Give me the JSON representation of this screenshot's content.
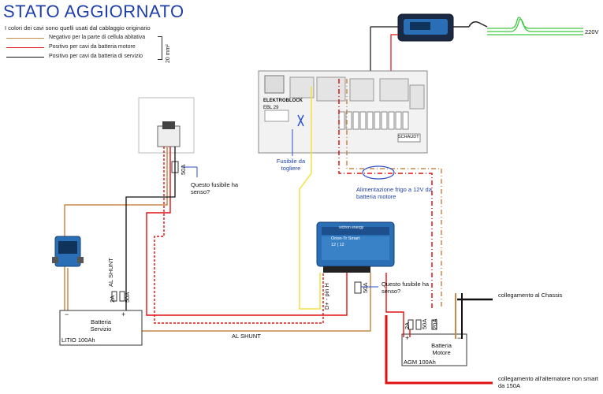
{
  "header": {
    "title": "STATO AGGIORNATO",
    "subtitle": "I colori dei cavi sono quelli usati dal cablaggio originario"
  },
  "legend": {
    "items": [
      {
        "text": "Negativo per la parte di cellula abitativa",
        "color": "#c8894a"
      },
      {
        "text": "Positivo per cavi da batteria motore",
        "color": "#e01010"
      },
      {
        "text": "Positivo per cavi da batteria di servizio",
        "color": "#111111"
      }
    ],
    "cable_section": "20 mm²"
  },
  "mains": {
    "label": "220V"
  },
  "ebl": {
    "name": "ELEKTROBLOCK",
    "model": "EBL 29",
    "brand": "SCHAUDT",
    "fuse_note": "Fusibile da togliere"
  },
  "fridge_note": "Alimentazione frigo a 12V da batteria motore",
  "left_fuse": {
    "rating": "50A",
    "question": "Questo fusibile ha senso?"
  },
  "dcdc": {
    "brand": "victron energy",
    "product": "Orion-Tr Smart",
    "spec": "12 | 12",
    "pin_label": "D+ - pin H",
    "fuse_rating": "50A",
    "fuse_question": "Questo fusibile ha senso?"
  },
  "shunt": {
    "label_vertical": "AL SHUNT",
    "label_bottom": "AL SHUNT"
  },
  "service_battery": {
    "label": "Batteria Servizio",
    "type": "LITIO 100Ah",
    "minus": "−",
    "plus": "+",
    "fuse_small": "2A",
    "fuse_large": "50A"
  },
  "motor_battery": {
    "label": "Batteria Motore",
    "type": "AGM 100Ah",
    "minus": "−",
    "plus": "+",
    "fuse_a": "2A",
    "fuse_b": "50A",
    "fuse_c": "20A"
  },
  "connections": {
    "chassis": "collegamento al Chassis",
    "alternator": "collegamento all'alternatore non smart da 150A"
  },
  "colors": {
    "title": "#1f3fa8",
    "negative": "#c8894a",
    "positive_motor": "#e01010",
    "positive_service": "#111111",
    "sense": "#f4e24a",
    "victron_blue": "#2a6fb5",
    "mains_green": "#3cc93c"
  }
}
